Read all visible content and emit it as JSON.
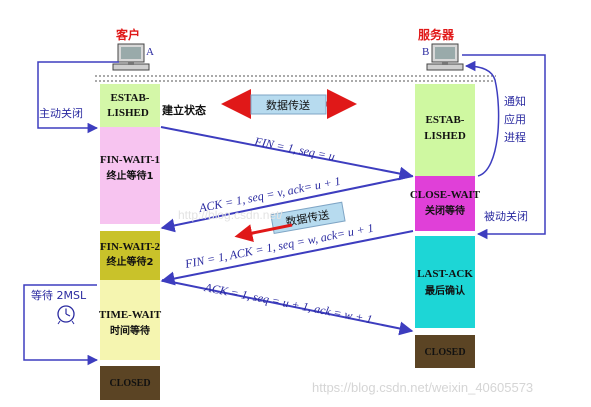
{
  "client": {
    "name": "客户",
    "tag": "A"
  },
  "server": {
    "name": "服务器",
    "tag": "B"
  },
  "client_states": [
    {
      "line1": "ESTAB-",
      "line2": "LISHED",
      "color": "#d4f7a8"
    },
    {
      "line1": "FIN-WAIT-1",
      "line2": "终止等待1",
      "color": "#f7c4f0"
    },
    {
      "line1": "FIN-WAIT-2",
      "line2": "终止等待2",
      "color": "#c9c22a"
    },
    {
      "line1": "TIME-WAIT",
      "line2": "时间等待",
      "color": "#f5f5b0"
    },
    {
      "line1": "CLOSED",
      "color": "#5b4424"
    }
  ],
  "server_states": [
    {
      "line1": "ESTAB-",
      "line2": "LISHED",
      "color": "#cff8a1"
    },
    {
      "line1": "CLOSE-WAIT",
      "line2": "关闭等待",
      "color": "#e040d8"
    },
    {
      "line1": "LAST-ACK",
      "line2": "最后确认",
      "color": "#1dd6d6"
    },
    {
      "line1": "CLOSED",
      "color": "#5b4424"
    }
  ],
  "labels": {
    "established_state": "建立状态",
    "data_transfer_1": "数据传送",
    "data_transfer_2": "数据传送",
    "active_close": "主动关闭",
    "passive_close": "被动关闭",
    "notify_app": [
      "通知",
      "应用",
      "进程"
    ],
    "wait_2msl": "等待 2MSL"
  },
  "messages": [
    {
      "text": "FIN = 1, seq = u"
    },
    {
      "text": "ACK = 1, seq = v, ack= u + 1"
    },
    {
      "text": "FIN = 1, ACK = 1, seq = w, ack= u + 1"
    },
    {
      "text": "ACK = 1, seq = u + 1, ack = w + 1"
    }
  ],
  "watermark": "https://blog.csdn.net/weixin_40605573",
  "watermark_faint": "http://blog.csdn.net/"
}
